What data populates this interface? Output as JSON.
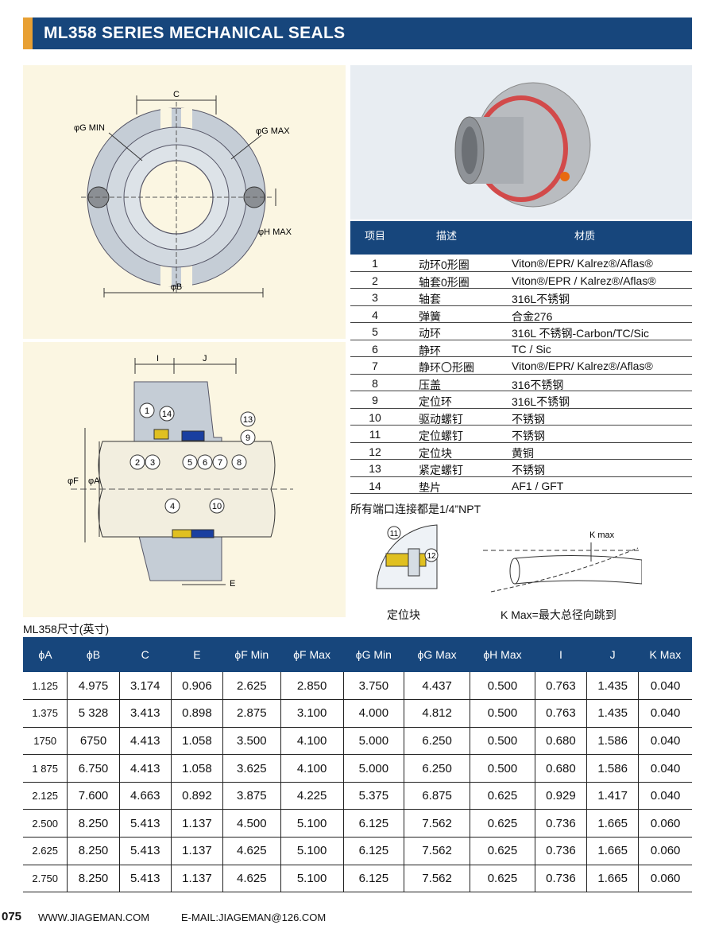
{
  "header": {
    "title": "ML358 SERIES MECHANICAL SEALS"
  },
  "colors": {
    "brand_blue": "#17467c",
    "accent_orange": "#e8a033",
    "drawing_bg": "#fbf6e2",
    "seal_gray": "#c5cdd6"
  },
  "front_view": {
    "label_c": "C",
    "label_gmin": "φG MIN",
    "label_gmax": "φG MAX",
    "label_hmax": "φH MAX",
    "label_b": "φB"
  },
  "section_view": {
    "label_i": "I",
    "label_j": "J",
    "label_f": "φF",
    "label_a": "φA",
    "label_e": "E",
    "callouts": [
      "1",
      "14",
      "13",
      "9",
      "2",
      "3",
      "5",
      "6",
      "7",
      "8",
      "4",
      "10"
    ]
  },
  "parts_table": {
    "headers": [
      "项目",
      "描述",
      "材质"
    ],
    "rows": [
      [
        "1",
        "动环0形圈",
        "Viton®/EPR/ Kalrez®/Aflas®"
      ],
      [
        "2",
        "轴套0形圈",
        "Viton®/EPR / Kalrez®/Aflas®"
      ],
      [
        "3",
        "轴套",
        "316L不锈钢"
      ],
      [
        "4",
        "弹簧",
        "合金276"
      ],
      [
        "5",
        "动环",
        "316L 不锈钢-Carbon/TC/Sic"
      ],
      [
        "6",
        "静环",
        "TC / Sic"
      ],
      [
        "7",
        "静环〇形圈",
        "Viton®/EPR/ Kalrez®/Aflas®"
      ],
      [
        "8",
        "压盖",
        "316不锈钢"
      ],
      [
        "9",
        "定位环",
        "316L不锈钢"
      ],
      [
        "10",
        "驱动螺钉",
        "不锈钢"
      ],
      [
        "11",
        "定位螺钉",
        "不锈钢"
      ],
      [
        "12",
        "定位块",
        "黄铜"
      ],
      [
        "13",
        "紧定螺钉",
        "不锈钢"
      ],
      [
        "14",
        "垫片",
        "AF1 / GFT"
      ]
    ]
  },
  "npt_note": "所有端口连接都是1/4”NPT",
  "detail": {
    "callout_11": "11",
    "callout_12": "12",
    "caption": "定位块"
  },
  "kmax": {
    "label": "K max",
    "caption": "K Max=最大总径向跳到"
  },
  "dim_table": {
    "title": "ML358尺寸(英寸)",
    "headers": [
      "ϕA",
      "ϕB",
      "C",
      "E",
      "ϕF Min",
      "ϕF Max",
      "ϕG Min",
      "ϕG Max",
      "ϕH Max",
      "I",
      "J",
      "K Max"
    ],
    "rows": [
      [
        "1.125",
        "4.975",
        "3.174",
        "0.906",
        "2.625",
        "2.850",
        "3.750",
        "4.437",
        "0.500",
        "0.763",
        "1.435",
        "0.040"
      ],
      [
        "1.375",
        "5 328",
        "3.413",
        "0.898",
        "2.875",
        "3.100",
        "4.000",
        "4.812",
        "0.500",
        "0.763",
        "1.435",
        "0.040"
      ],
      [
        "1750",
        "6750",
        "4.413",
        "1.058",
        "3.500",
        "4.100",
        "5.000",
        "6.250",
        "0.500",
        "0.680",
        "1.586",
        "0.040"
      ],
      [
        "1 875",
        "6.750",
        "4.413",
        "1.058",
        "3.625",
        "4.100",
        "5.000",
        "6.250",
        "0.500",
        "0.680",
        "1.586",
        "0.040"
      ],
      [
        "2.125",
        "7.600",
        "4.663",
        "0.892",
        "3.875",
        "4.225",
        "5.375",
        "6.875",
        "0.625",
        "0.929",
        "1.417",
        "0.040"
      ],
      [
        "2.500",
        "8.250",
        "5.413",
        "1.137",
        "4.500",
        "5.100",
        "6.125",
        "7.562",
        "0.625",
        "0.736",
        "1.665",
        "0.060"
      ],
      [
        "2.625",
        "8.250",
        "5.413",
        "1.137",
        "4.625",
        "5.100",
        "6.125",
        "7.562",
        "0.625",
        "0.736",
        "1.665",
        "0.060"
      ],
      [
        "2.750",
        "8.250",
        "5.413",
        "1.137",
        "4.625",
        "5.100",
        "6.125",
        "7.562",
        "0.625",
        "0.736",
        "1.665",
        "0.060"
      ]
    ]
  },
  "footer": {
    "page": "075",
    "website": "WWW.JIAGEMAN.COM",
    "email": "E-MAIL:JIAGEMAN@126.COM"
  }
}
